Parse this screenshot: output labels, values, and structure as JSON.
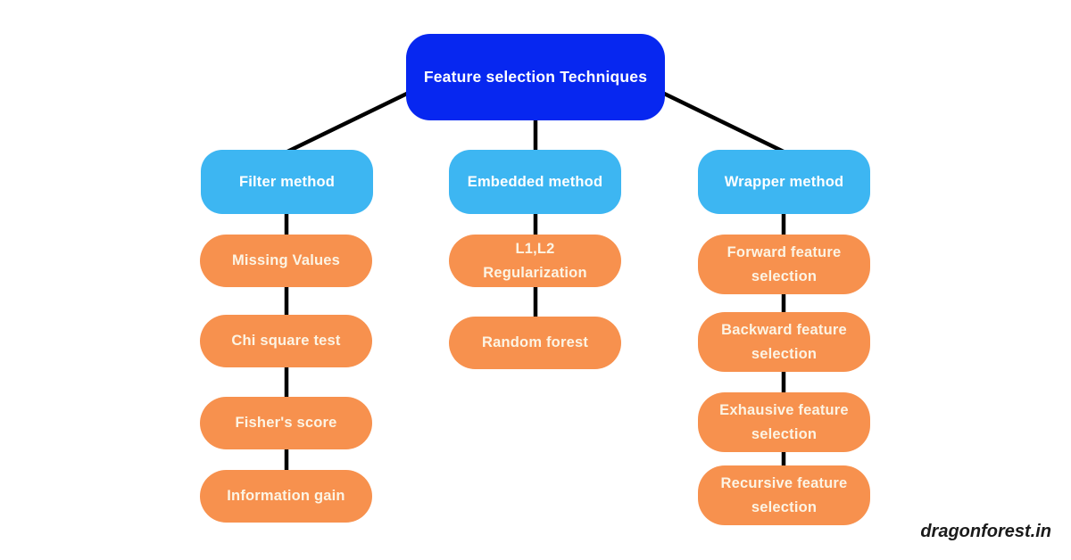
{
  "colors": {
    "background": "#ffffff",
    "root_node": "#0727f0",
    "branch_node": "#3db6f2",
    "leaf_node": "#f7914e",
    "connector_line": "#000000",
    "root_text": "#ffffff",
    "branch_text": "#ffffff",
    "leaf_text": "#fcf4e4",
    "watermark_text": "#1a1a1a"
  },
  "tree": {
    "root": {
      "label": "Feature selection Techniques"
    },
    "branches": [
      {
        "label": "Filter method",
        "children": [
          "Missing Values",
          "Chi square test",
          "Fisher's score",
          "Information gain"
        ]
      },
      {
        "label": "Embedded method",
        "children": [
          "L1,L2 Regularization",
          "Random forest"
        ]
      },
      {
        "label": "Wrapper method",
        "children": [
          "Forward feature selection",
          "Backward feature selection",
          "Exhausive feature selection",
          "Recursive feature selection"
        ]
      }
    ]
  },
  "watermark": {
    "text": "dragonforest.in"
  }
}
